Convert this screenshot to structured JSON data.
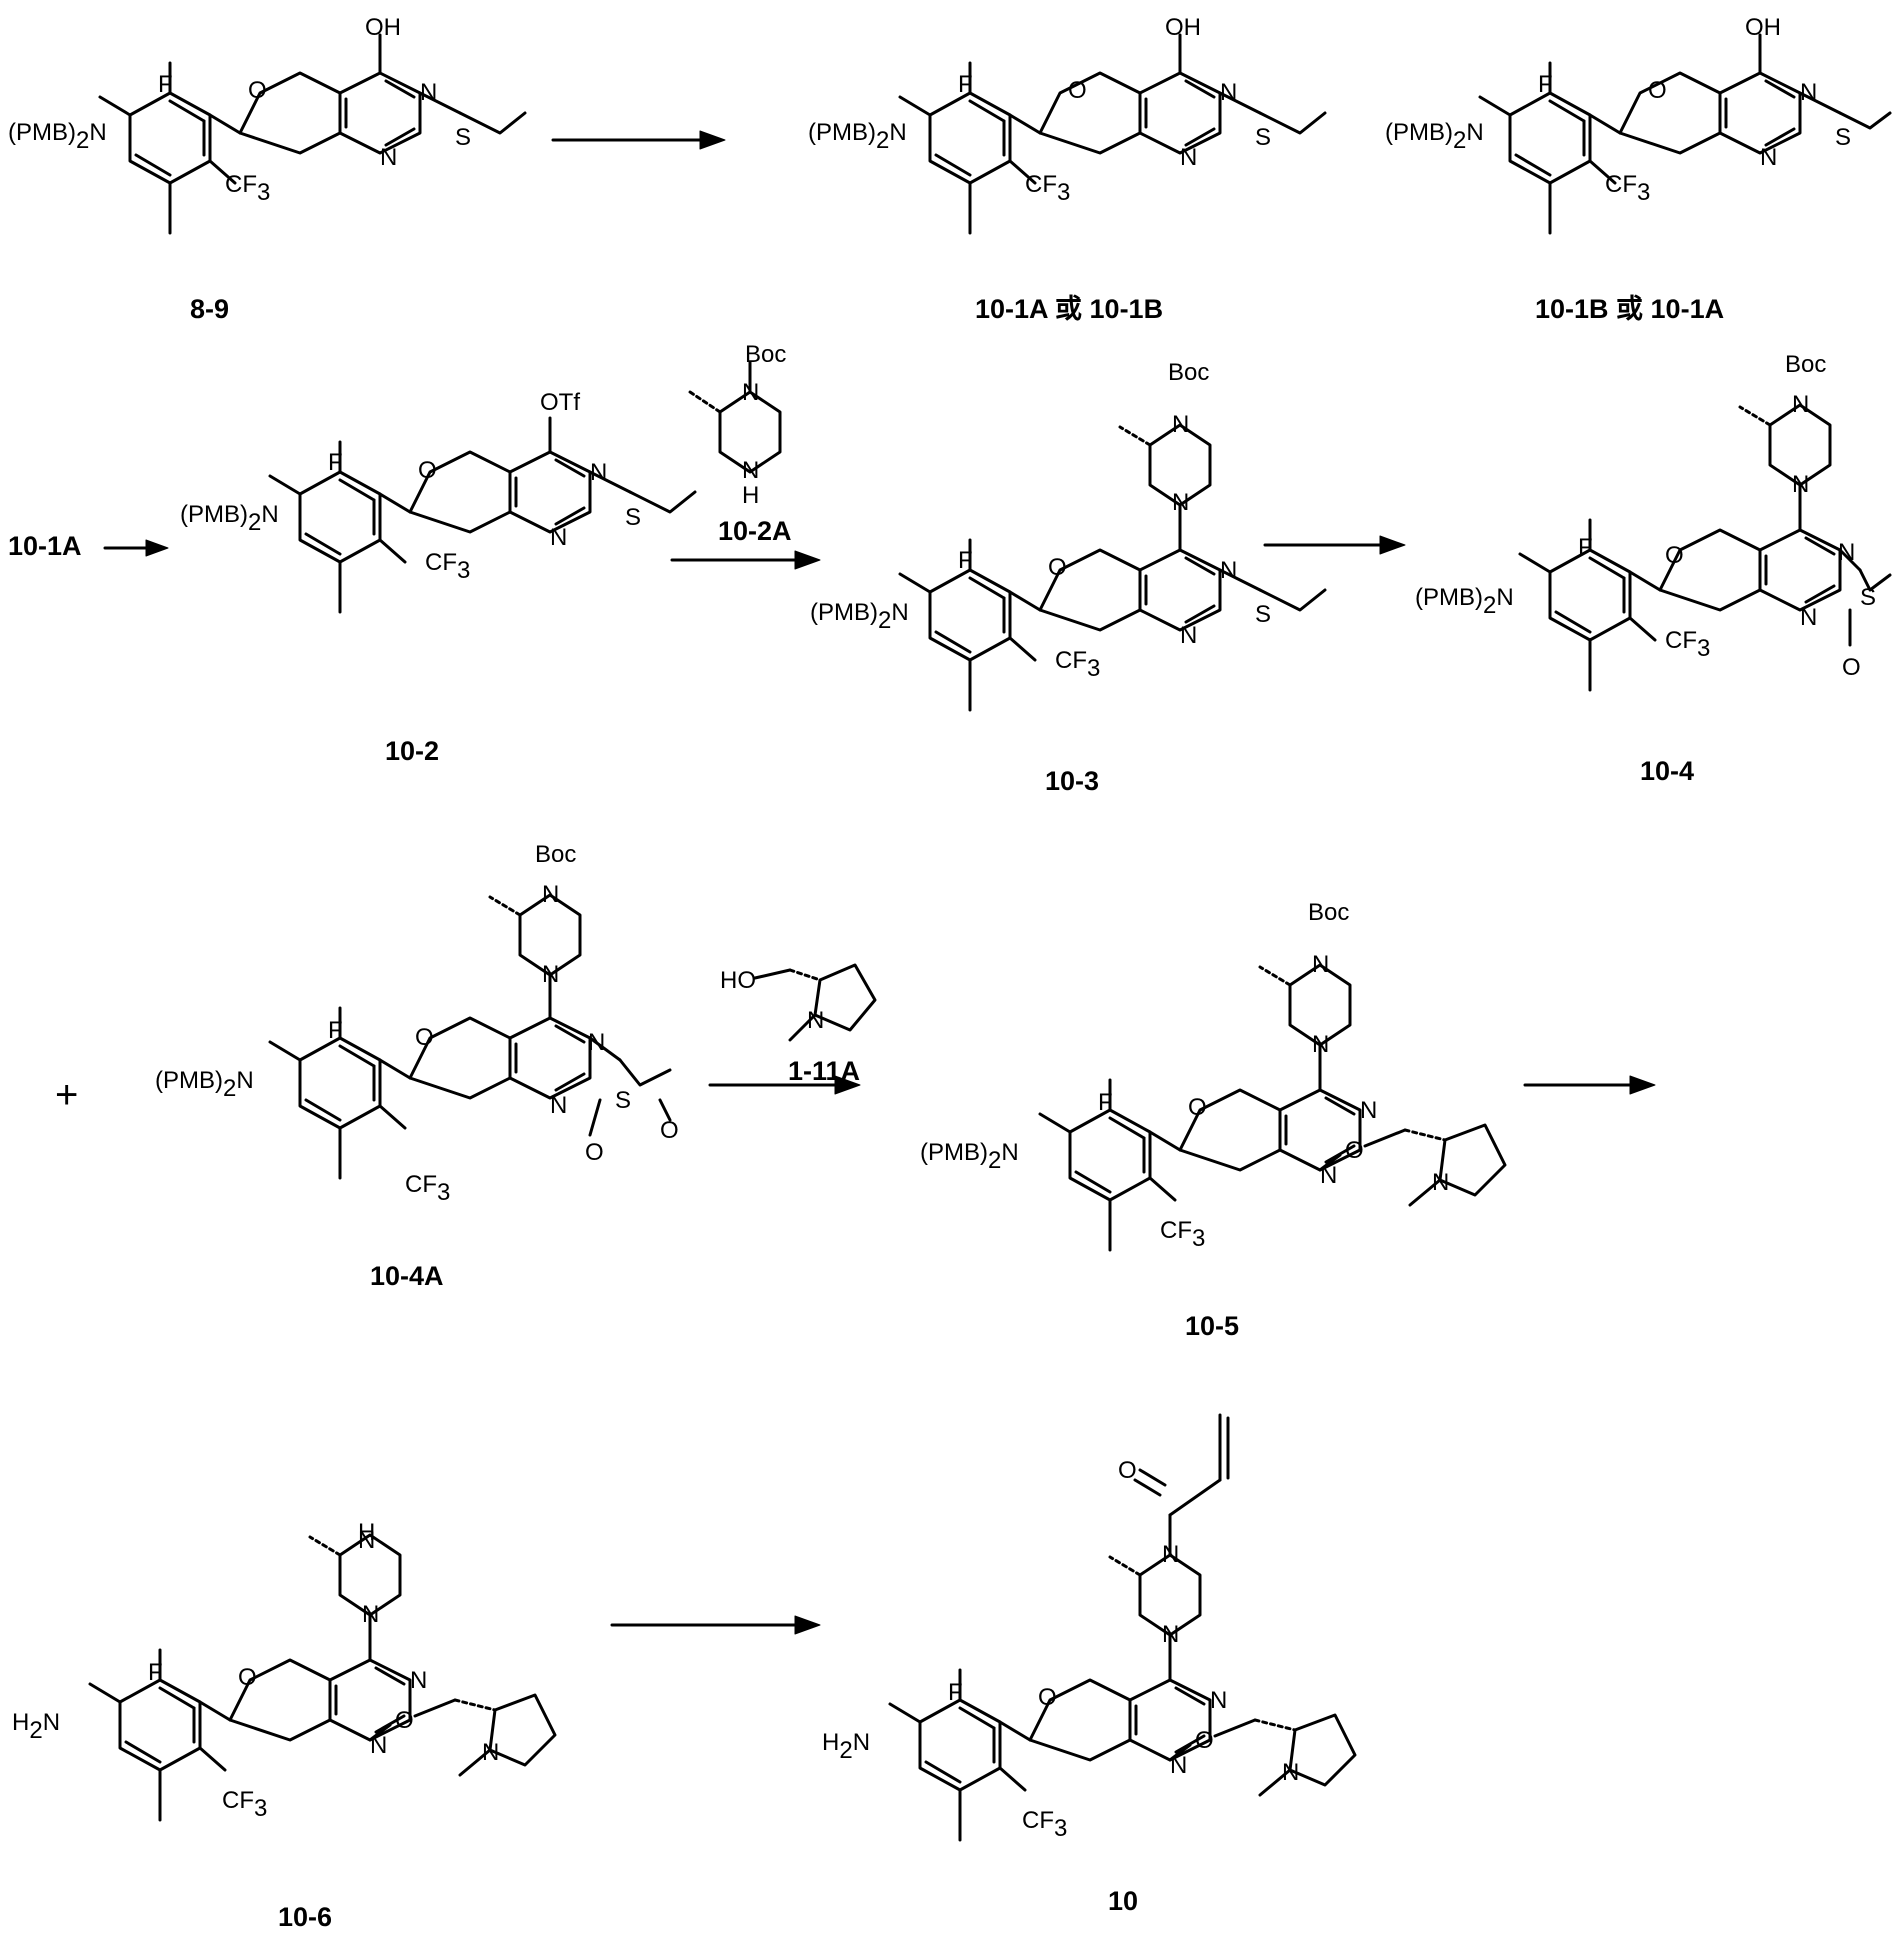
{
  "compounds": {
    "c8_9": "8-9",
    "c10_1ab": "10-1A 或 10-1B",
    "c10_1ba": "10-1B 或 10-1A",
    "c10_1A_start": "10-1A",
    "c10_2": "10-2",
    "c10_2A": "10-2A",
    "c10_3": "10-3",
    "c10_4": "10-4",
    "c10_4A": "10-4A",
    "c1_11A": "1-11A",
    "c10_5": "10-5",
    "c10_6": "10-6",
    "c10": "10"
  },
  "atoms": {
    "pmb2n": "(PMB)",
    "pmb2n_sub": "2",
    "pmb2n_tail": "N",
    "h2n_h": "H",
    "h2n_sub": "2",
    "h2n_n": "N",
    "f": "F",
    "o": "O",
    "n": "N",
    "s": "S",
    "oh": "OH",
    "otf": "OTf",
    "cf": "CF",
    "cf_sub": "3",
    "boc": "Boc",
    "h": "H",
    "ho": "HO"
  },
  "plus": "+"
}
